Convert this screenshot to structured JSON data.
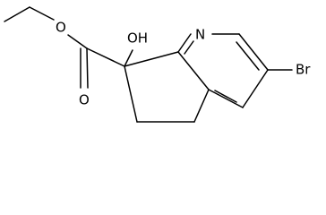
{
  "molecule": {
    "atom_labels": {
      "hydroxyl": "OH",
      "ester_ether_oxygen": "O",
      "carbonyl_oxygen": "O",
      "ring_nitrogen": "N",
      "bromine": "Br"
    }
  }
}
